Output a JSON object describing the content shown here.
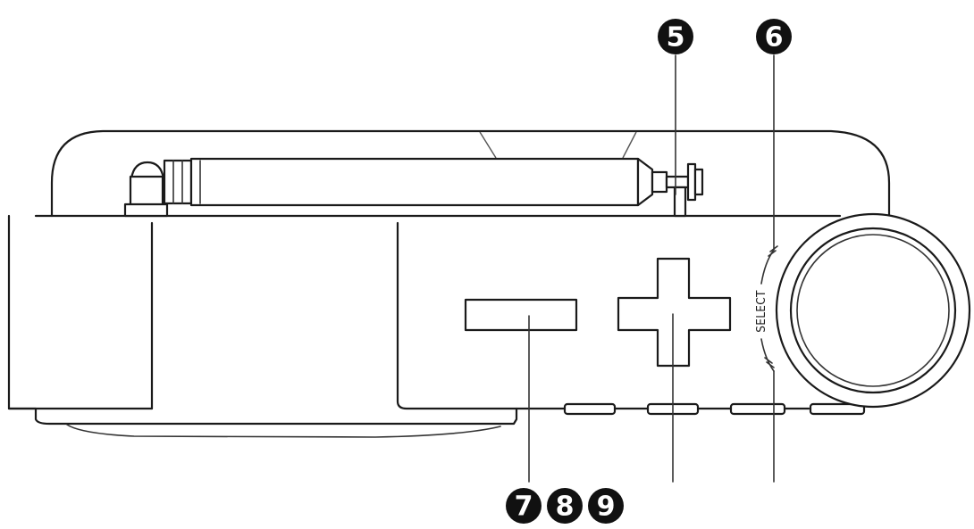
{
  "callouts": {
    "five": "5",
    "six": "6",
    "seven": "7",
    "eight": "8",
    "nine": "9"
  },
  "labels": {
    "select": "SELECT"
  },
  "colors": {
    "line": "#1a1a1a",
    "badge": "#111111",
    "background": "#ffffff"
  }
}
